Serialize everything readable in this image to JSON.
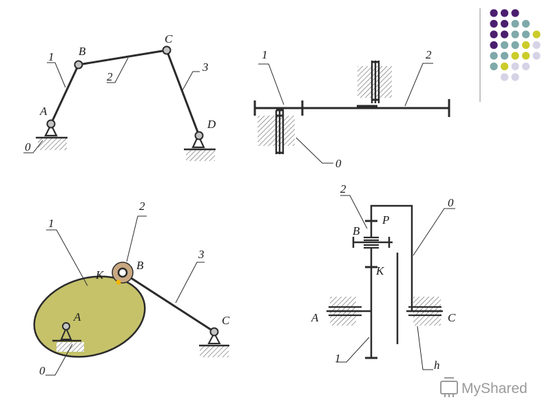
{
  "slide": {
    "dot_colors": {
      "purple": "#4b1f6f",
      "teal": "#7fa9aa",
      "lime": "#cbcc2b",
      "lavender": "#d6d3e6"
    },
    "dot_grid": [
      [
        "purple",
        "purple",
        "purple",
        null,
        null
      ],
      [
        "purple",
        "purple",
        "teal",
        "teal",
        null
      ],
      [
        "purple",
        "purple",
        "teal",
        "teal",
        "lime"
      ],
      [
        "purple",
        "teal",
        "teal",
        "lime",
        "lavender"
      ],
      [
        "teal",
        "teal",
        "lime",
        "lime",
        "lavender"
      ],
      [
        "teal",
        "lime",
        "lavender",
        "lavender",
        null
      ],
      [
        null,
        "lavender",
        "lavender",
        null,
        null
      ]
    ]
  },
  "figures": {
    "linkage": {
      "labels": {
        "link1": "1",
        "link2": "2",
        "link3": "3",
        "ground": "0",
        "joint_a": "A",
        "joint_b": "B",
        "joint_c": "C",
        "joint_d": "D"
      }
    },
    "gear_shaft": {
      "labels": {
        "part1": "1",
        "part2": "2",
        "ground": "0"
      }
    },
    "cam": {
      "labels": {
        "cam": "1",
        "roller": "2",
        "follower": "3",
        "ground": "0",
        "point_a": "A",
        "point_b": "B",
        "point_c": "C",
        "contact_k": "K"
      },
      "colors": {
        "cam_fill": "#c5c26a",
        "roller_fill": "#c8a882",
        "contact": "#f3b400"
      }
    },
    "planetary": {
      "labels": {
        "part2": "2",
        "part0": "0",
        "part1": "1",
        "carrier": "h",
        "point_p": "P",
        "point_b": "B",
        "point_k": "K",
        "point_a": "A",
        "point_c": "C"
      }
    }
  },
  "watermark": {
    "text": "MyShared"
  }
}
